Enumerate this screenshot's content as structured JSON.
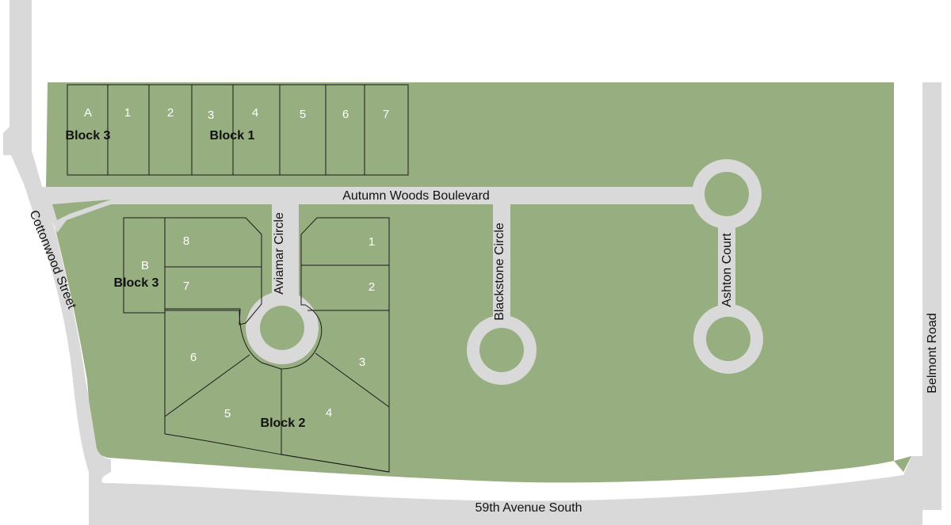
{
  "colors": {
    "land": "#97ae80",
    "road": "#d9d9d9",
    "lot_line": "#1a1a1a"
  },
  "streets": {
    "autumn_woods": "Autumn Woods Boulevard",
    "cottonwood": "Cottonwood Street",
    "aviamar": "Aviamar Circle",
    "blackstone": "Blackstone Circle",
    "ashton": "Ashton Court",
    "belmont": "Belmont Road",
    "avenue_59th": "59th Avenue South"
  },
  "blocks": {
    "block3_north": "Block 3",
    "block1": "Block 1",
    "block3_south": "Block 3",
    "block2": "Block 2"
  },
  "lots": {
    "block1_row": [
      "A",
      "1",
      "2",
      "3",
      "4",
      "5",
      "6",
      "7"
    ],
    "south_west": {
      "b": "B",
      "l8": "8",
      "l7": "7",
      "l6": "6",
      "l5": "5"
    },
    "south_east": {
      "l1": "1",
      "l2": "2",
      "l3": "3",
      "l4": "4"
    }
  }
}
